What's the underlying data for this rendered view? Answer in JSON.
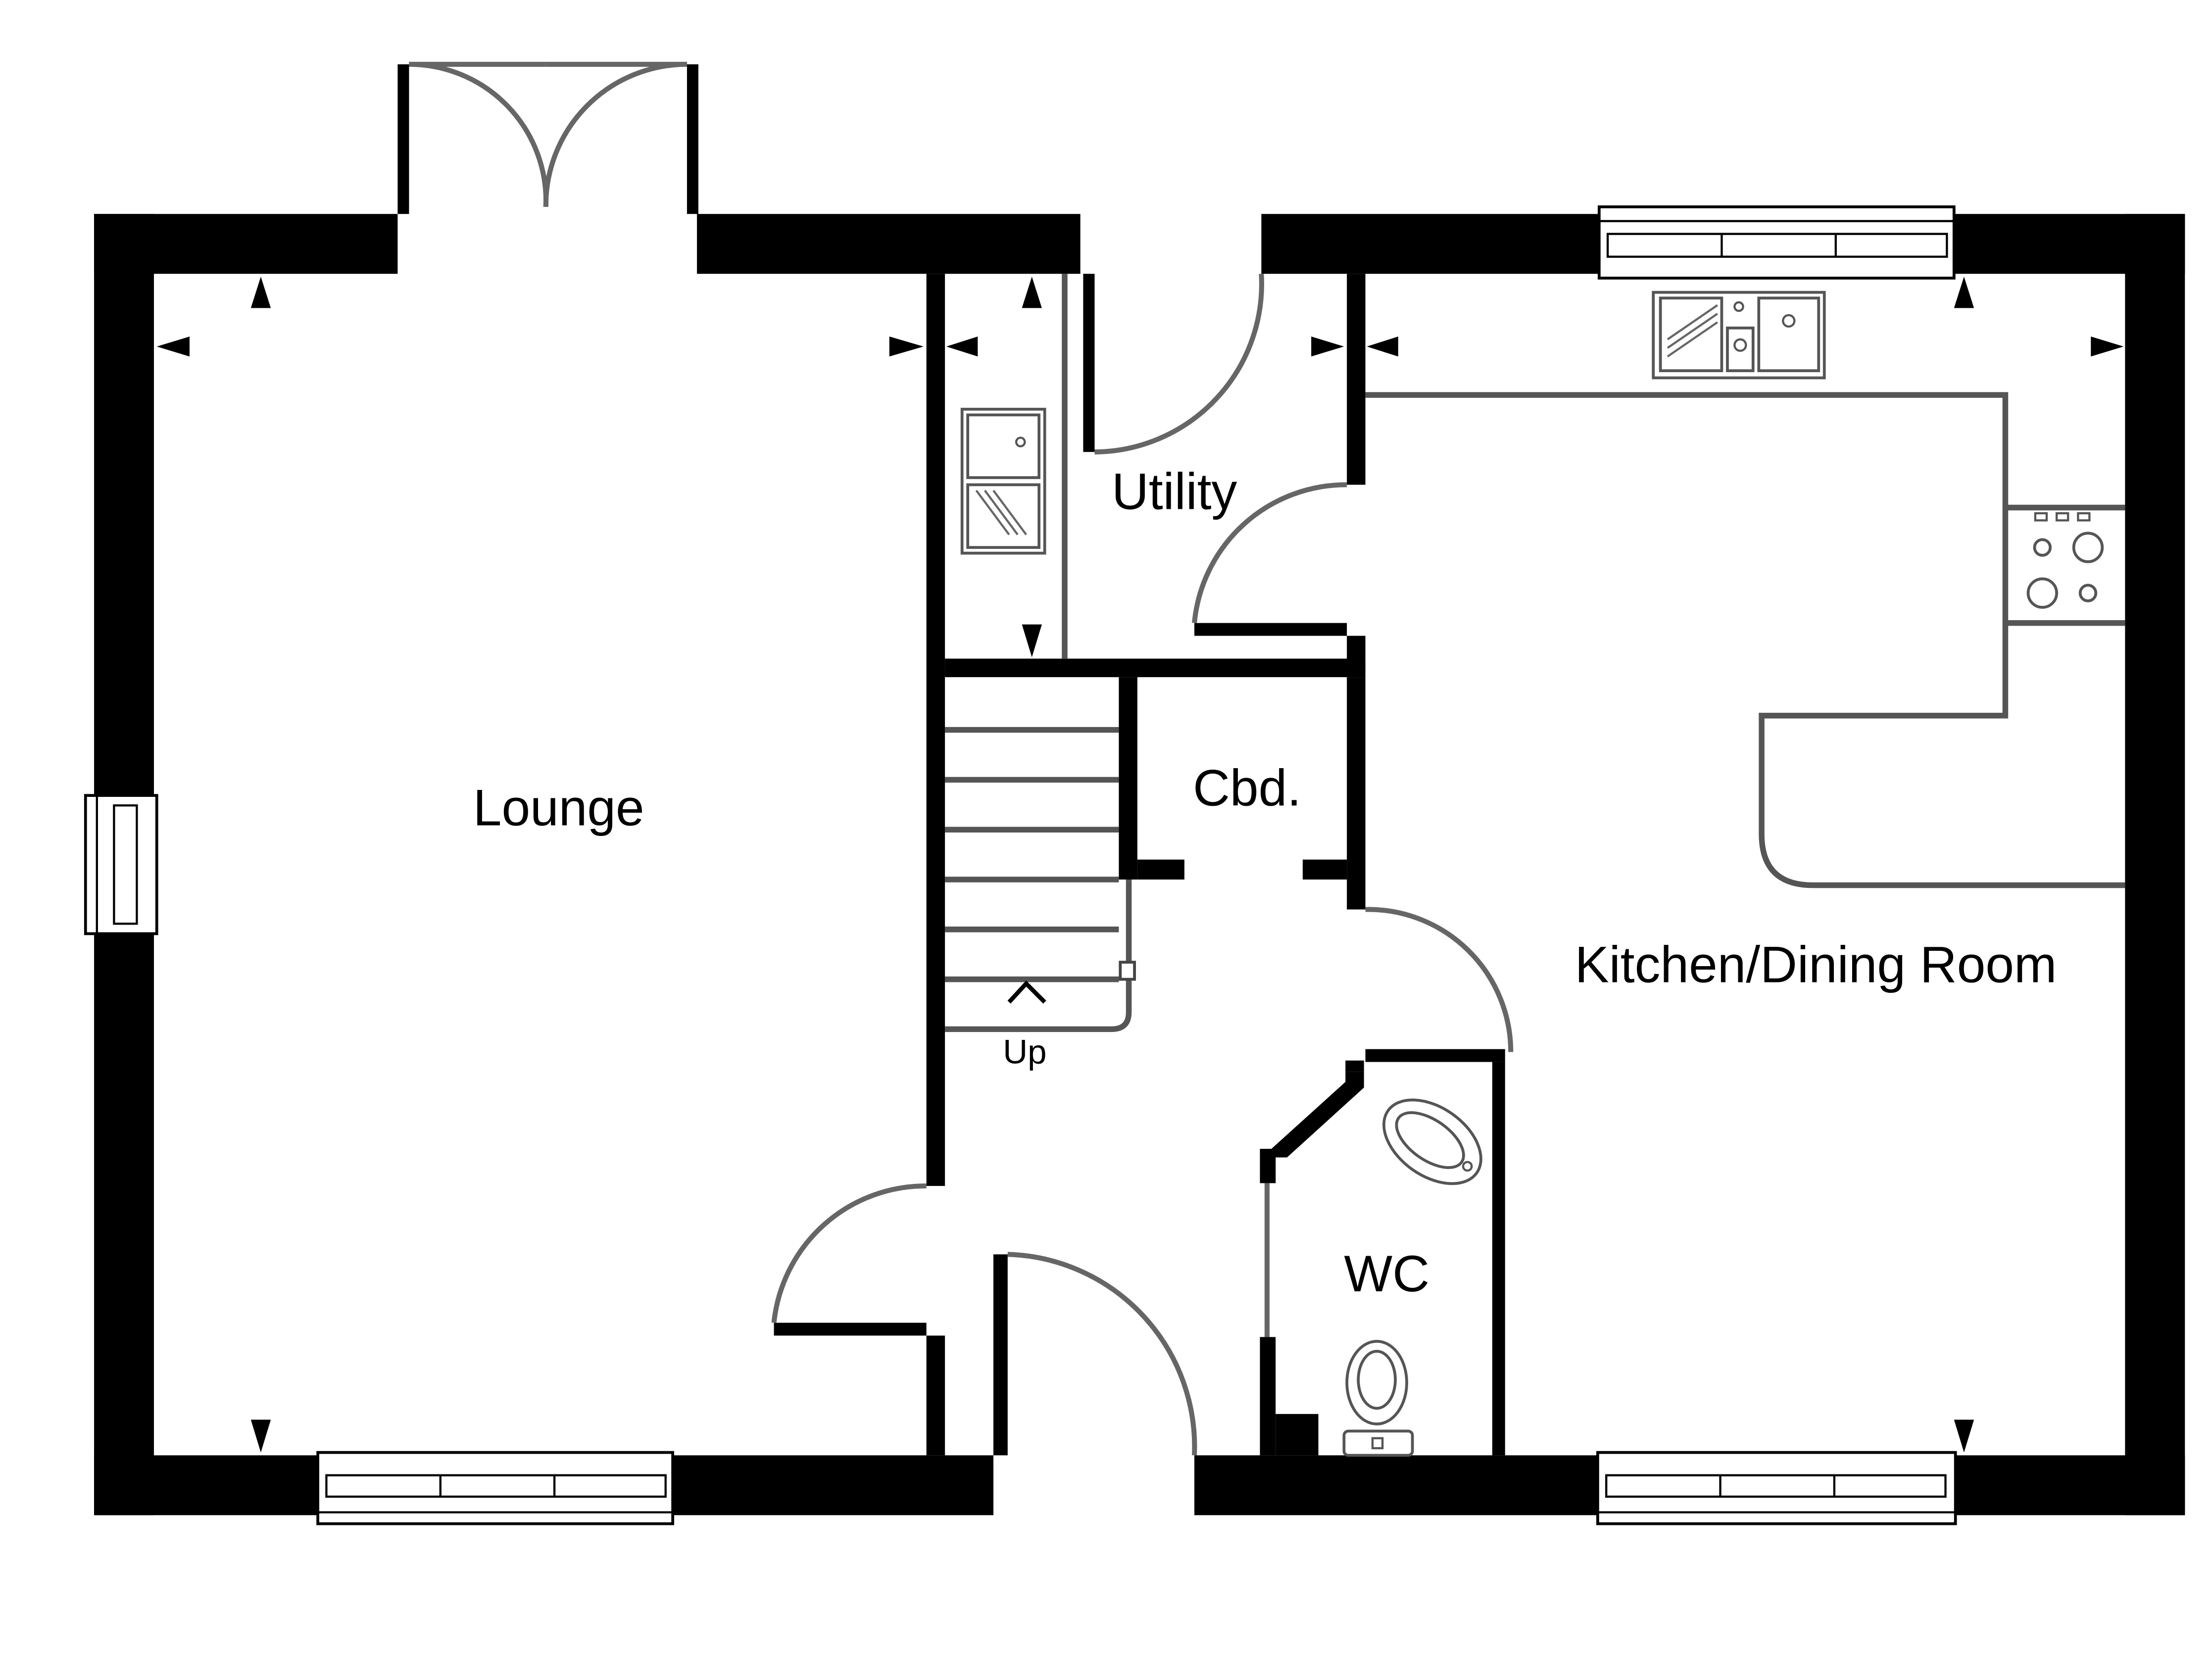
{
  "rooms": {
    "lounge": "Lounge",
    "utility": "Utility",
    "cupboard": "Cbd.",
    "kitchen_dining": "Kitchen/Dining Room",
    "wc": "WC"
  },
  "stairs": {
    "direction_label": "Up"
  }
}
